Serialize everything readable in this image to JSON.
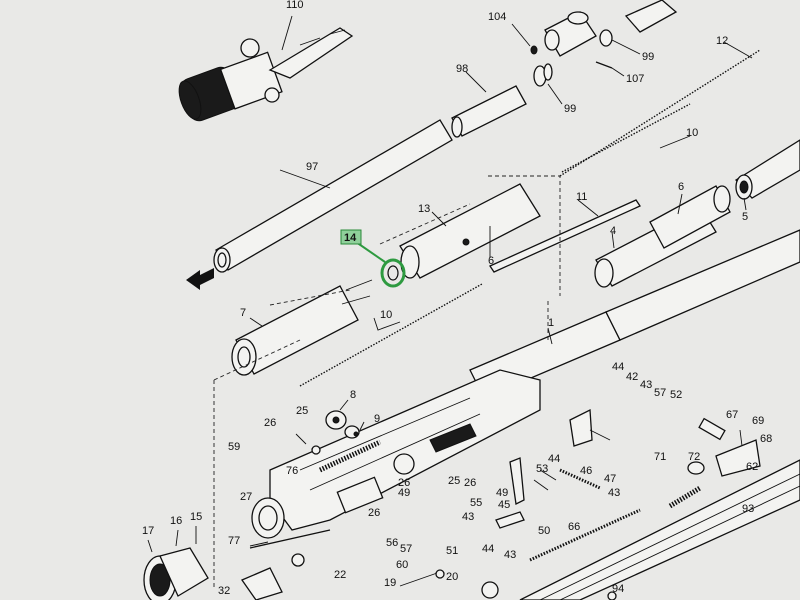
{
  "highlight": {
    "part": "14",
    "color": "#2e9a40",
    "box_color": "#8fcf9a"
  },
  "labels": [
    {
      "id": "l110",
      "text": "110"
    },
    {
      "id": "l104",
      "text": "104"
    },
    {
      "id": "l99a",
      "text": "99"
    },
    {
      "id": "l107",
      "text": "107"
    },
    {
      "id": "l98",
      "text": "98"
    },
    {
      "id": "l99b",
      "text": "99"
    },
    {
      "id": "l12",
      "text": "12"
    },
    {
      "id": "l10a",
      "text": "10"
    },
    {
      "id": "l97",
      "text": "97"
    },
    {
      "id": "l13",
      "text": "13"
    },
    {
      "id": "l14",
      "text": "14"
    },
    {
      "id": "l6a",
      "text": "6"
    },
    {
      "id": "l11",
      "text": "11"
    },
    {
      "id": "l4",
      "text": "4"
    },
    {
      "id": "l6b",
      "text": "6"
    },
    {
      "id": "l5",
      "text": "5"
    },
    {
      "id": "l7",
      "text": "7"
    },
    {
      "id": "l10b",
      "text": "10"
    },
    {
      "id": "l1",
      "text": "1"
    },
    {
      "id": "l8",
      "text": "8"
    },
    {
      "id": "l25a",
      "text": "25"
    },
    {
      "id": "l9",
      "text": "9"
    },
    {
      "id": "l26a",
      "text": "26"
    },
    {
      "id": "l44a",
      "text": "44"
    },
    {
      "id": "l42",
      "text": "42"
    },
    {
      "id": "l43a",
      "text": "43"
    },
    {
      "id": "l57a",
      "text": "57"
    },
    {
      "id": "l52",
      "text": "52"
    },
    {
      "id": "l67",
      "text": "67"
    },
    {
      "id": "l69",
      "text": "69"
    },
    {
      "id": "l68",
      "text": "68"
    },
    {
      "id": "l59",
      "text": "59"
    },
    {
      "id": "l76",
      "text": "76"
    },
    {
      "id": "l26b",
      "text": "26"
    },
    {
      "id": "l44b",
      "text": "44"
    },
    {
      "id": "l46",
      "text": "46"
    },
    {
      "id": "l53",
      "text": "53"
    },
    {
      "id": "l47",
      "text": "47"
    },
    {
      "id": "l71",
      "text": "71"
    },
    {
      "id": "l72",
      "text": "72"
    },
    {
      "id": "l62",
      "text": "62"
    },
    {
      "id": "l27",
      "text": "27"
    },
    {
      "id": "l49a",
      "text": "49"
    },
    {
      "id": "l25b",
      "text": "25"
    },
    {
      "id": "l26c",
      "text": "26"
    },
    {
      "id": "l49b",
      "text": "49"
    },
    {
      "id": "l45",
      "text": "45"
    },
    {
      "id": "l43b",
      "text": "43"
    },
    {
      "id": "l55",
      "text": "55"
    },
    {
      "id": "l26d",
      "text": "26"
    },
    {
      "id": "l43c",
      "text": "43"
    },
    {
      "id": "l50",
      "text": "50"
    },
    {
      "id": "l93",
      "text": "93"
    },
    {
      "id": "l17",
      "text": "17"
    },
    {
      "id": "l16",
      "text": "16"
    },
    {
      "id": "l15",
      "text": "15"
    },
    {
      "id": "l77",
      "text": "77"
    },
    {
      "id": "l56",
      "text": "56"
    },
    {
      "id": "l57b",
      "text": "57"
    },
    {
      "id": "l51",
      "text": "51"
    },
    {
      "id": "l44c",
      "text": "44"
    },
    {
      "id": "l43d",
      "text": "43"
    },
    {
      "id": "l66",
      "text": "66"
    },
    {
      "id": "l22",
      "text": "22"
    },
    {
      "id": "l60",
      "text": "60"
    },
    {
      "id": "l32",
      "text": "32"
    },
    {
      "id": "l19",
      "text": "19"
    },
    {
      "id": "l20",
      "text": "20"
    },
    {
      "id": "l94",
      "text": "94"
    }
  ]
}
